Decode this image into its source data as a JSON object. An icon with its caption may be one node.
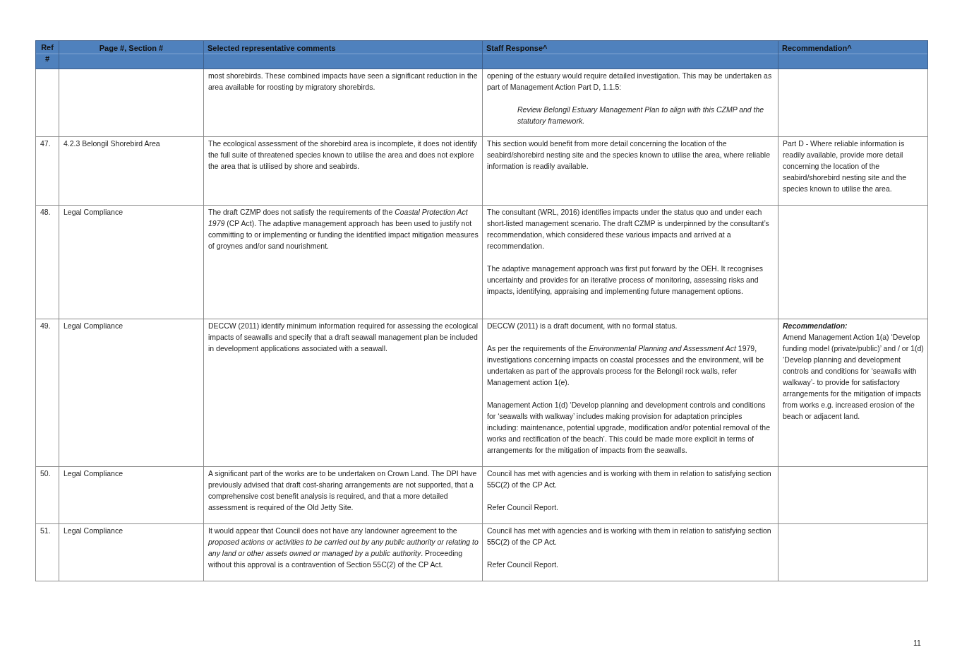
{
  "diagram": {
    "labels": [
      "Ref #",
      "Page #, Section #",
      "Selected representative comments",
      "Staff Response^",
      "Recommendation^",
      "most shorebirds. These combined impacts have seen a significant reduction in the area available for roosting by migratory shorebirds.",
      "opening of the estuary would require detailed investigation. This may be undertaken as part of Management Action Part D, 1.1.5:",
      "Review Belongil Estuary Management Plan to align with this CZMP and the statutory framework.",
      "47.",
      "4.2.3 Belongil Shorebird Area",
      "The ecological assessment of the shorebird area is incomplete, it does not identify the full suite of threatened species known to utilise the area and does not explore the area that is utilised by shore and seabirds.",
      "This section would benefit from more detail concerning the location of the seabird/shorebird nesting site and the species known to utilise the area, where reliable information is readily available.",
      "Part D - Where reliable information is readily available, provide more detail concerning the location of the seabird/shorebird nesting site and the species known to utilise the area.",
      "48.",
      "Legal Compliance",
      "The draft CZMP does not satisfy the requirements of the *Coastal Protection Act 1979* (CP Act). The adaptive management approach has been used to justify not committing to or implementing or funding the identified impact mitigation measures of groynes and/or sand nourishment.",
      "The consultant (WRL, 2016) identifies impacts under the status quo and under each short-listed management scenario. The draft CZMP is underpinned by the consultant’s recommendation, which considered these various impacts and arrived at a recommendation.",
      "The adaptive management approach was first put forward by the OEH. It recognises uncertainty and provides for an iterative process of monitoring, assessing risks and impacts, identifying, appraising and implementing future management options.",
      "49.",
      "Legal Compliance",
      "DECCW (2011) identify minimum information required for assessing the ecological impacts of seawalls and specify that a draft seawall management plan be included in development applications associated with a seawall.",
      "DECCW (2011) is a draft document, with no formal status.",
      "As per the requirements of the *Environmental Planning and Assessment Act* 1979, investigations concerning impacts on coastal processes and the environment, will be undertaken as part of the approvals process for the Belongil rock walls, refer Management action 1(e).",
      "Management Action 1(d) ‘Develop planning and development controls and conditions for ‘seawalls with walkway’ includes making provision for adaptation principles including: maintenance, potential upgrade, modification and/or potential removal of the works and rectification of the beach’. This could be made more explicit in terms of arrangements for the mitigation of impacts from the seawalls.",
      "Recommendation:",
      "Amend Management Action 1(a) ‘Develop funding model (private/public)’ and / or 1(d) ‘Develop planning and development controls and conditions for ‘seawalls with walkway’- to provide for satisfactory arrangements for the mitigation of impacts from works e.g. increased erosion of the beach or adjacent land.",
      "50.",
      "Legal Compliance",
      "A significant part of the works are to be undertaken on Crown Land. The DPI have previously advised that draft cost-sharing arrangements are not supported, that a comprehensive cost benefit analysis is required, and that a more detailed assessment is required of the Old Jetty Site.",
      "Council has met with agencies and is working with them in relation to satisfying section 55C(2) of the CP Act.",
      "Refer Council Report.",
      "51.",
      "Legal Compliance",
      "It would appear that Council does not have any landowner agreement to the *proposed actions or activities to be carried out by any public authority or relating to any land or other assets owned or managed by a public authority*. Proceeding without this approval is a contravention of Section 55C(2) of the CP Act.",
      "Council has met with agencies and is working with them in relation to satisfying section 55C(2) of the CP Act.",
      "Refer Council Report.",
      "11"
    ]
  }
}
